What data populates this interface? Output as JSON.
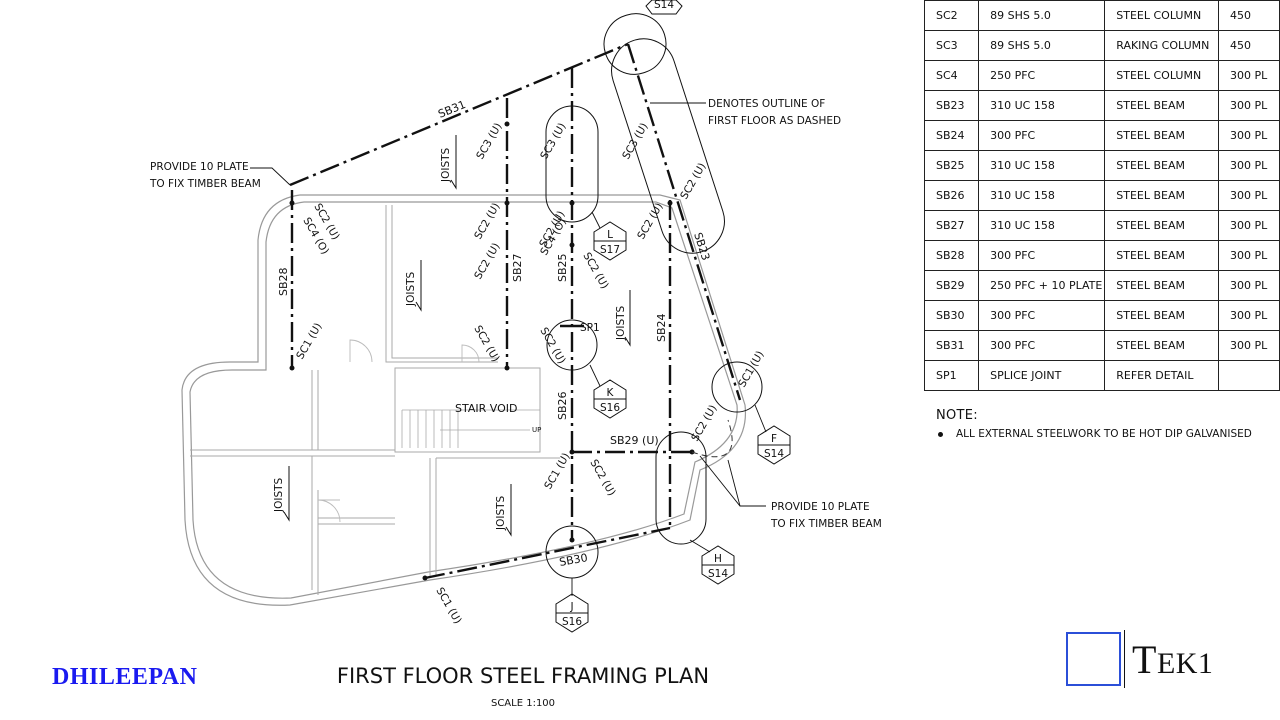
{
  "plan": {
    "title": "FIRST FLOOR STEEL FRAMING PLAN",
    "scale": "SCALE 1:100",
    "beams": [
      "SB31",
      "SB28",
      "SB27",
      "SB25",
      "SB24",
      "SB23",
      "SB26",
      "SB29 (U)"
    ],
    "columns": [
      "SC3 (U)",
      "SC3 (U)",
      "SC3 (U)",
      "SC2 (U)",
      "SC2 (U)",
      "SC4 (O)",
      "SC2 (U)",
      "SC2 (U)",
      "SC4 (O)",
      "SC2 (U)",
      "SC2 (U)",
      "SC2 (U)",
      "SC2 (U)",
      "SC2 (U)",
      "SC2 (U)",
      "SC2 (U)",
      "SC1 (U)",
      "SC1 (U)",
      "SC1 (U)",
      "SC1 (U)",
      "SC2 (U)"
    ],
    "joists": [
      "JOISTS",
      "JOISTS",
      "JOISTS",
      "JOISTS",
      "JOISTS"
    ],
    "splice": "SP1",
    "stair_void": "STAIR VOID",
    "up": "UP",
    "plate_note_1": [
      "PROVIDE 10 PLATE",
      "TO FIX TIMBER BEAM"
    ],
    "plate_note_2": [
      "PROVIDE 10 PLATE",
      "TO FIX TIMBER BEAM"
    ],
    "outline_note": [
      "DENOTES OUTLINE OF",
      "FIRST FLOOR AS DASHED"
    ],
    "sb30": "SB30",
    "details": [
      {
        "letter": "",
        "ref": "S14"
      },
      {
        "letter": "L",
        "ref": "S17"
      },
      {
        "letter": "K",
        "ref": "S16"
      },
      {
        "letter": "F",
        "ref": "S14"
      },
      {
        "letter": "H",
        "ref": "S14"
      },
      {
        "letter": "J",
        "ref": "S16"
      }
    ]
  },
  "schedule": {
    "rows": [
      {
        "mark": "SC2",
        "size": "89 SHS 5.0",
        "type": "STEEL COLUMN",
        "ref": "450"
      },
      {
        "mark": "SC3",
        "size": "89 SHS 5.0",
        "type": "RAKING COLUMN",
        "ref": "450"
      },
      {
        "mark": "SC4",
        "size": "250 PFC",
        "type": "STEEL COLUMN",
        "ref": "300 PL"
      },
      {
        "mark": "SB23",
        "size": "310 UC 158",
        "type": "STEEL BEAM",
        "ref": "300 PL"
      },
      {
        "mark": "SB24",
        "size": "300 PFC",
        "type": "STEEL BEAM",
        "ref": "300 PL"
      },
      {
        "mark": "SB25",
        "size": "310 UC 158",
        "type": "STEEL BEAM",
        "ref": "300 PL"
      },
      {
        "mark": "SB26",
        "size": "310 UC 158",
        "type": "STEEL BEAM",
        "ref": "300 PL"
      },
      {
        "mark": "SB27",
        "size": "310 UC 158",
        "type": "STEEL BEAM",
        "ref": "300 PL"
      },
      {
        "mark": "SB28",
        "size": "300 PFC",
        "type": "STEEL BEAM",
        "ref": "300 PL"
      },
      {
        "mark": "SB29",
        "size": "250 PFC + 10 PLATE",
        "type": "STEEL BEAM",
        "ref": "300 PL"
      },
      {
        "mark": "SB30",
        "size": "300 PFC",
        "type": "STEEL BEAM",
        "ref": "300 PL"
      },
      {
        "mark": "SB31",
        "size": "300 PFC",
        "type": "STEEL BEAM",
        "ref": "300 PL"
      },
      {
        "mark": "SP1",
        "size": "SPLICE JOINT",
        "type": "REFER DETAIL",
        "ref": ""
      }
    ]
  },
  "note": {
    "title": "NOTE:",
    "items": [
      "ALL EXTERNAL STEELWORK TO BE HOT DIP GALVANISED"
    ]
  },
  "author": "DHILEEPAN",
  "logo": {
    "big": "T",
    "small": "EK1"
  }
}
